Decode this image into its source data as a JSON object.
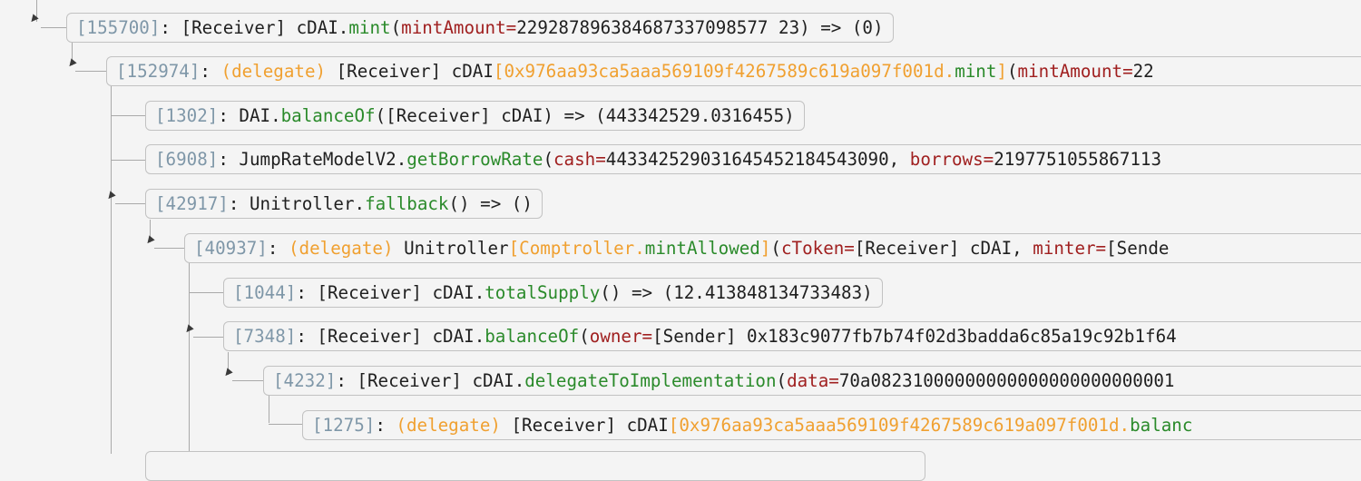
{
  "trace": [
    {
      "gas": "[155700]",
      "parts": [
        {
          "t": "tx",
          "v": ": [Receiver] cDAI."
        },
        {
          "t": "fn",
          "v": "mint"
        },
        {
          "t": "tx",
          "v": "("
        },
        {
          "t": "pr",
          "v": "mintAmount="
        },
        {
          "t": "tx",
          "v": "2292878963846873370985 7723"
        }
      ]
    }
  ]
}
